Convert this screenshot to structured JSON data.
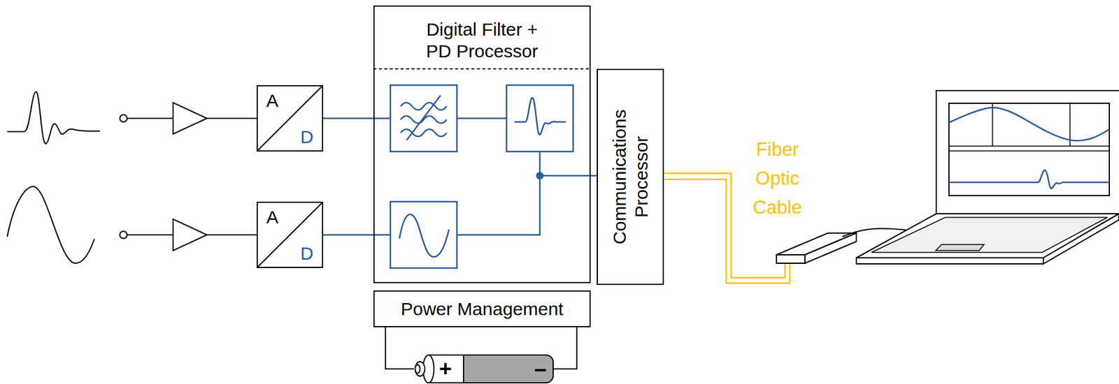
{
  "diagram": {
    "nodes": [
      {
        "text": [
          "A",
          "D"
        ]
      },
      {
        "text": [
          "A",
          "D"
        ]
      },
      {
        "text": [
          "Digital Filter + PD Processor"
        ]
      },
      {
        "text": [
          "Communications Processor"
        ]
      },
      {
        "text": [
          "Power Management"
        ]
      }
    ],
    "edges": [
      {
        "from": 0,
        "to": 2,
        "arrow": "none"
      },
      {
        "from": 1,
        "to": 2,
        "arrow": "none"
      },
      {
        "from": 2,
        "to": 3,
        "arrow": "none"
      }
    ],
    "labels": [
      "Fiber Optic Cable",
      "+",
      "–"
    ]
  }
}
